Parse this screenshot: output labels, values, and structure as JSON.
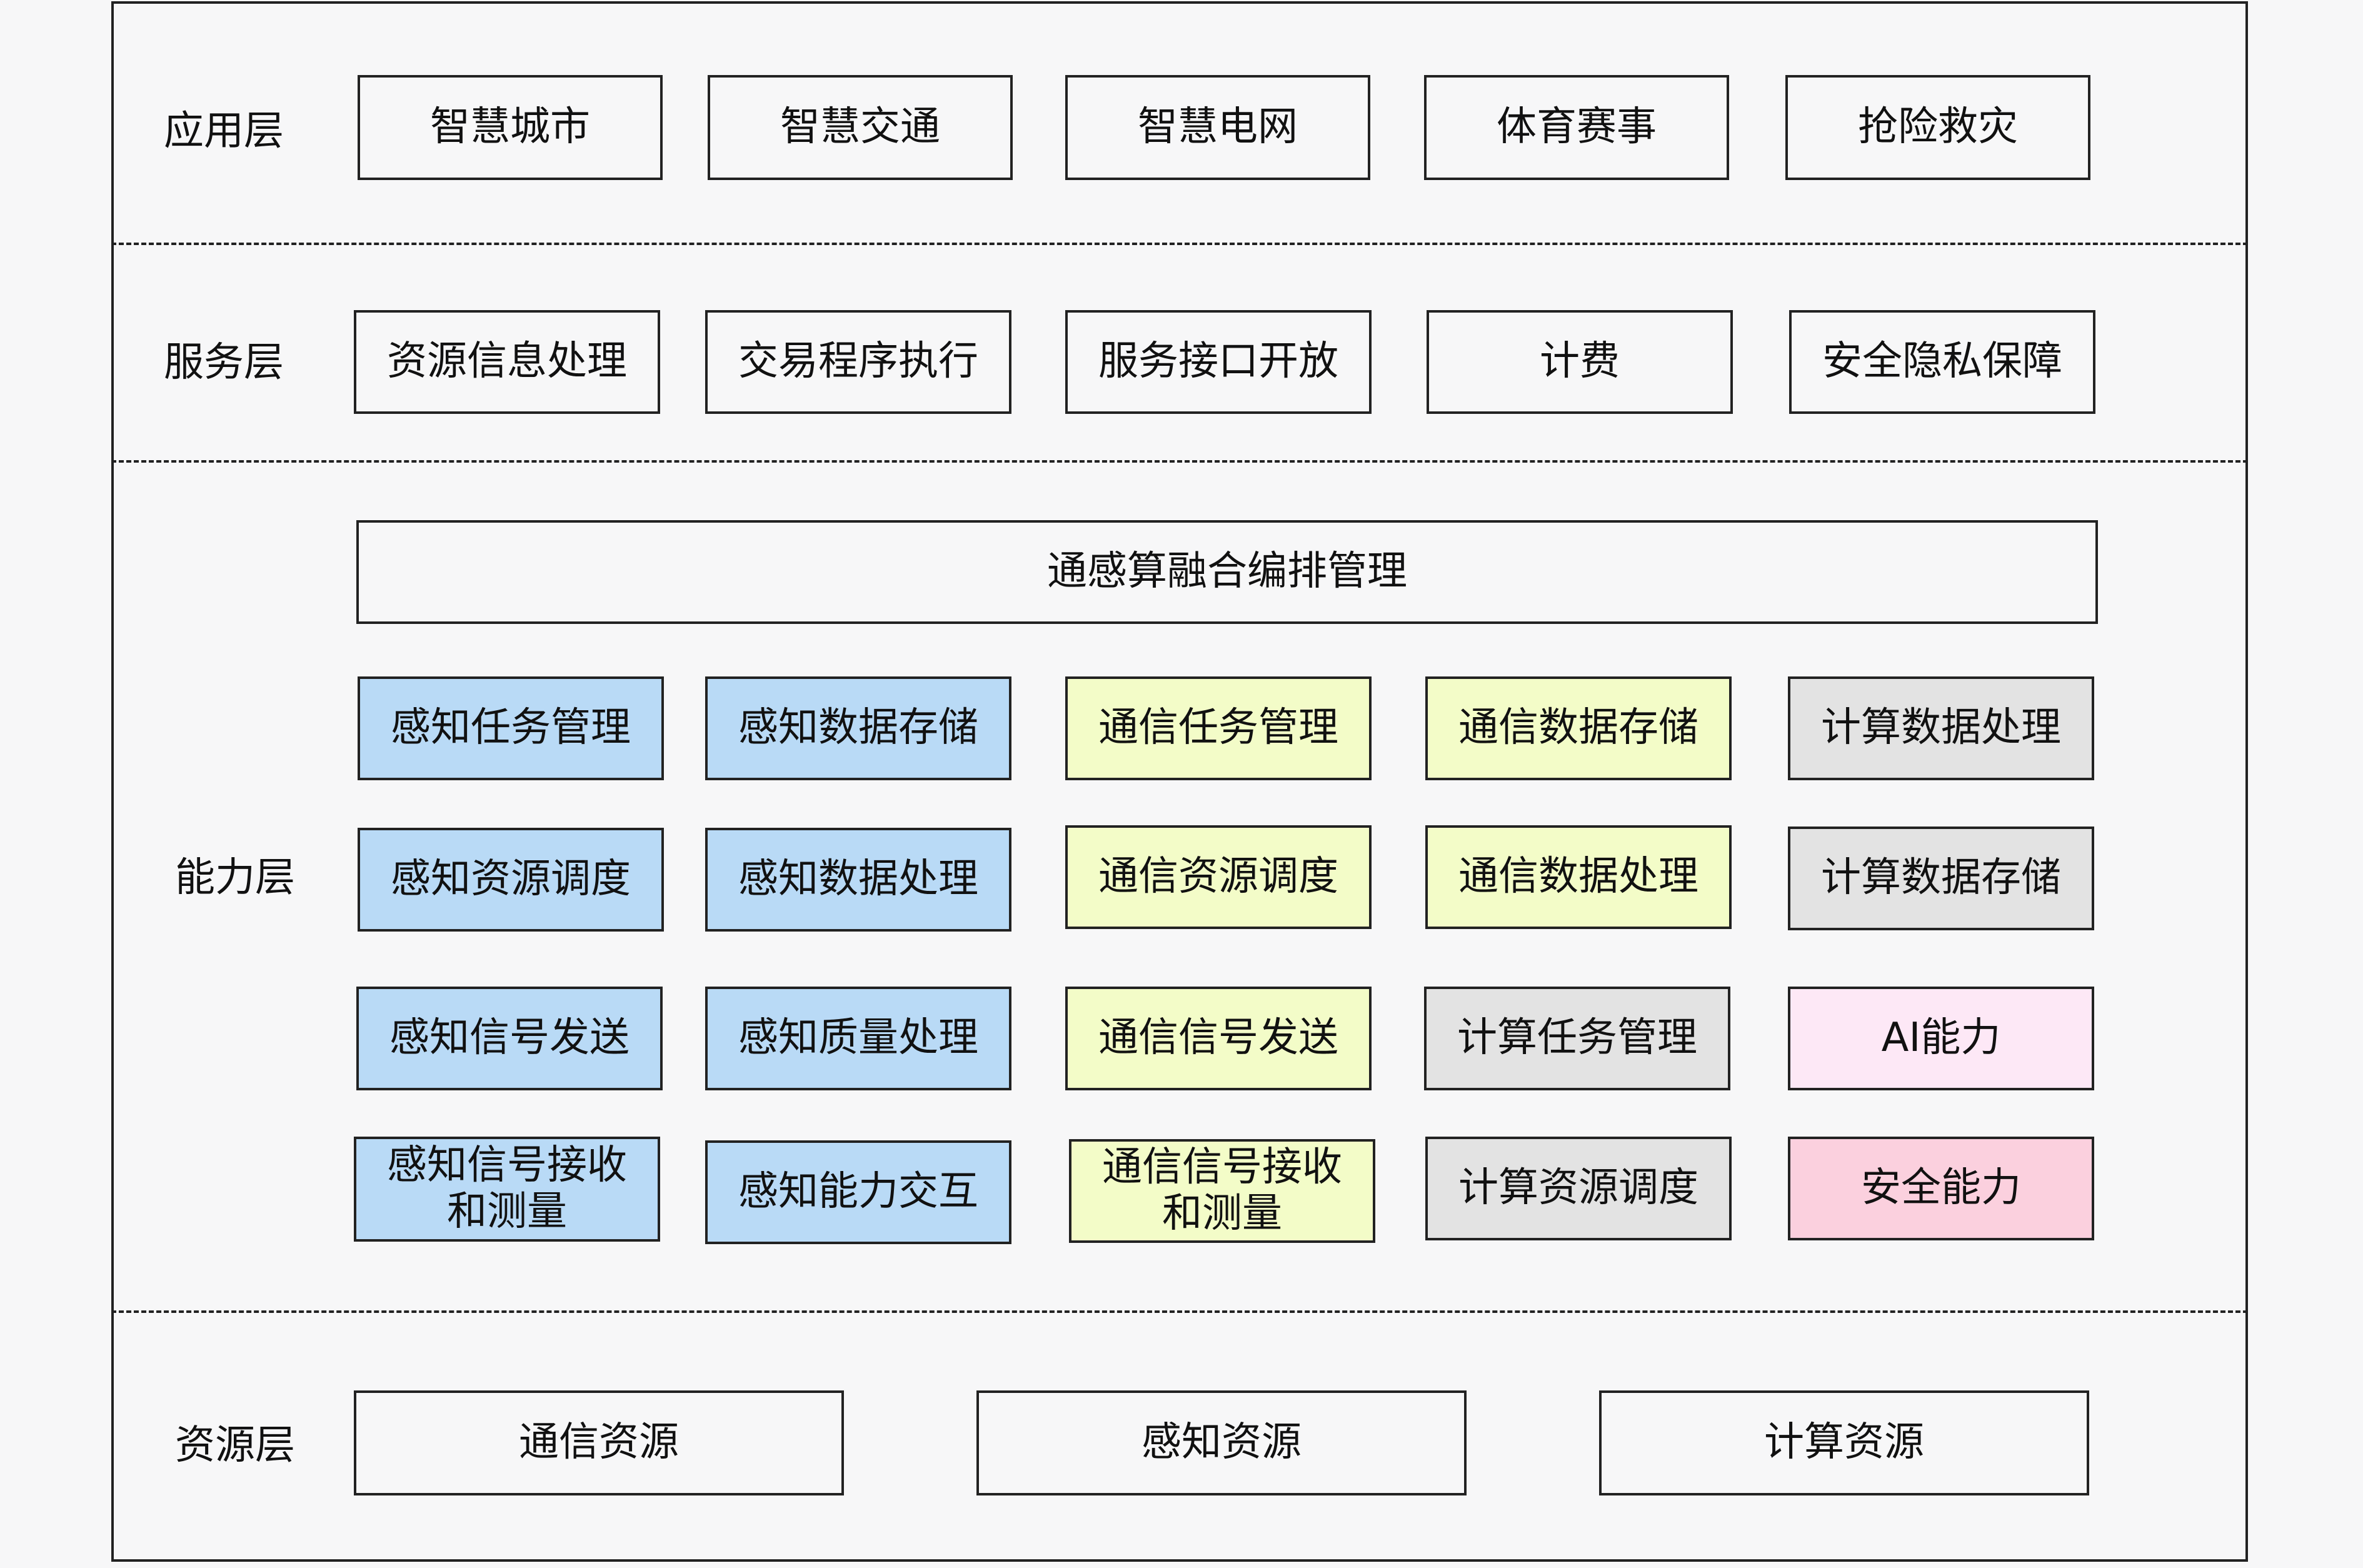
{
  "layers": {
    "application": {
      "label": "应用层",
      "items": [
        "智慧城市",
        "智慧交通",
        "智慧电网",
        "体育赛事",
        "抢险救灾"
      ]
    },
    "service": {
      "label": "服务层",
      "items": [
        "资源信息处理",
        "交易程序执行",
        "服务接口开放",
        "计费",
        "安全隐私保障"
      ]
    },
    "capability": {
      "label": "能力层",
      "orchestration": "通感算融合编排管理",
      "rows": [
        [
          "感知任务管理",
          "感知数据存储",
          "通信任务管理",
          "通信数据存储",
          "计算数据处理"
        ],
        [
          "感知资源调度",
          "感知数据处理",
          "通信资源调度",
          "通信数据处理",
          "计算数据存储"
        ],
        [
          "感知信号发送",
          "感知质量处理",
          "通信信号发送",
          "计算任务管理",
          "AI能力"
        ],
        [
          "感知信号接收\n和测量",
          "感知能力交互",
          "通信信号接收\n和测量",
          "计算资源调度",
          "安全能力"
        ]
      ]
    },
    "resource": {
      "label": "资源层",
      "items": [
        "通信资源",
        "感知资源",
        "计算资源"
      ]
    }
  },
  "colors": {
    "sensing": "#b9daf6",
    "communication": "#f3fcc8",
    "computing": "#e3e3e3",
    "ai": "#fde8f6",
    "security": "#fbd0de",
    "border": "#222222"
  }
}
